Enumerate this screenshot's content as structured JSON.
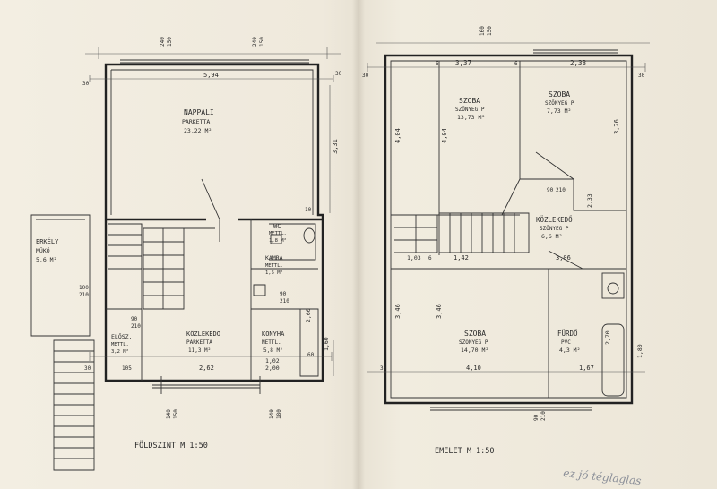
{
  "ground": {
    "title": "FÖLDSZINT  M 1:50",
    "rooms": {
      "nappali_name": "NAPPALI",
      "nappali_floor": "PARKETTA",
      "nappali_area": "23,22 M²",
      "erkely_name": "ERKÉLY",
      "erkely_floor": "MŰKŐ",
      "erkely_area": "5,6 M²",
      "wc_name": "WC",
      "wc_floor": "METTL.",
      "wc_area": "1,8 M²",
      "kamra_name": "KAMRA",
      "kamra_floor": "METTL.",
      "kamra_area": "1,5 M²",
      "eloter_name": "ELŐSZ.",
      "eloter_floor": "METTL.",
      "eloter_area": "3,2 M²",
      "kozl_name": "KÖZLEKEDŐ",
      "kozl_floor": "PARKETTA",
      "kozl_area": "11,3 M²",
      "konyha_name": "KONYHA",
      "konyha_floor": "METTL.",
      "konyha_area": "5,8 M²"
    },
    "dims": {
      "top_left_a": "240",
      "top_left_b": "150",
      "top_right_a": "240",
      "top_right_b": "150",
      "width": "5,94",
      "left_30": "30",
      "right_30": "30",
      "height_nappali": "3,31",
      "d10": "10",
      "door_100": "100",
      "door_210": "210",
      "d90": "90",
      "d210b": "210",
      "d105": "105",
      "bottom_a": "2,62",
      "bottom_b": "1,02",
      "bottom_c": "2,00",
      "b140a": "140",
      "b150a": "150",
      "b140b": "140",
      "b180b": "180",
      "k90": "90",
      "k210": "210",
      "k260": "2,60",
      "k160": "1,60",
      "k60": "60",
      "k30": "30"
    }
  },
  "upper": {
    "title": "EMELET  M 1:50",
    "rooms": {
      "szoba1_name": "SZOBA",
      "szoba1_floor": "SZŐNYEG P",
      "szoba1_area": "13,73 M²",
      "szoba2_name": "SZOBA",
      "szoba2_floor": "SZŐNYEG P",
      "szoba2_area": "7,73 M²",
      "kozl_name": "KÖZLEKEDŐ",
      "kozl_floor": "SZŐNYEG P",
      "kozl_area": "6,6 M²",
      "szoba3_name": "SZOBA",
      "szoba3_floor": "SZŐNYEG P",
      "szoba3_area": "14,70 M²",
      "furdo_name": "FÜRDŐ",
      "furdo_floor": "PVC",
      "furdo_area": "4,3 M²"
    },
    "dims": {
      "top_a": "160",
      "top_b": "150",
      "w_left": "3,37",
      "w_right": "2,38",
      "six_a": "6",
      "six_b": "6",
      "left_30": "30",
      "right_30": "30",
      "h404a": "4,04",
      "h404b": "4,04",
      "h326": "3,26",
      "d90": "90",
      "d210": "210",
      "h233": "2,33",
      "h103": "1,03",
      "s6": "6",
      "s142": "1,42",
      "w306": "3,06",
      "h346a": "3,46",
      "h346b": "3,46",
      "w410": "4,10",
      "w167": "1,67",
      "f180": "1,80",
      "f270": "2,70",
      "b90": "90",
      "b210": "210",
      "b30": "30"
    }
  },
  "note": "ez jó téglaglas"
}
